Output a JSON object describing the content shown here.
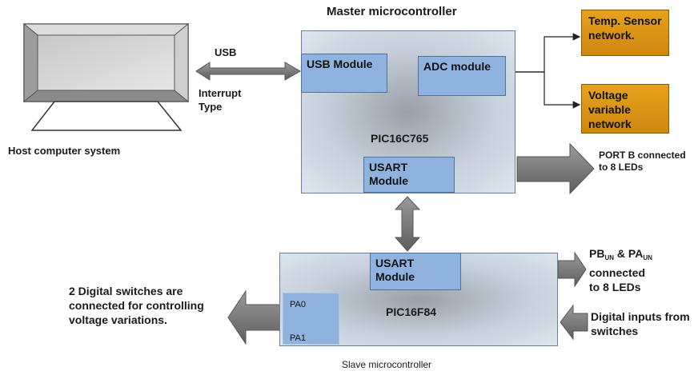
{
  "title": "Master microcontroller",
  "host": {
    "label": "Host computer system"
  },
  "usb_link": {
    "top_label": "USB",
    "bottom_label": "Interrupt Type"
  },
  "master": {
    "name": "PIC16C765",
    "usb_module": "USB Module",
    "adc_module": "ADC module",
    "usart_module": "USART Module"
  },
  "temp_sensor": "Temp. Sensor network.",
  "voltage_network": "Voltage variable network",
  "port_b": "PORT B connected to 8 LEDs",
  "slave": {
    "name": "PIC16F84",
    "caption": "Slave microcontroller",
    "usart_module": "USART Module",
    "pa0": "PA0",
    "pa1": "PA1"
  },
  "pbpa": {
    "pb": "PB",
    "pa": "PA",
    "sub": "UN",
    "amp": " & ",
    "rest": "connected to 8 LEDs"
  },
  "digital_inputs": "Digital inputs from switches",
  "digital_switches": "2 Digital switches are connected for controlling voltage variations.",
  "colors": {
    "module_fill": "#8fb2de",
    "sensor_fill": "#e29c18",
    "arrow_fill": "#7a7a7a"
  }
}
